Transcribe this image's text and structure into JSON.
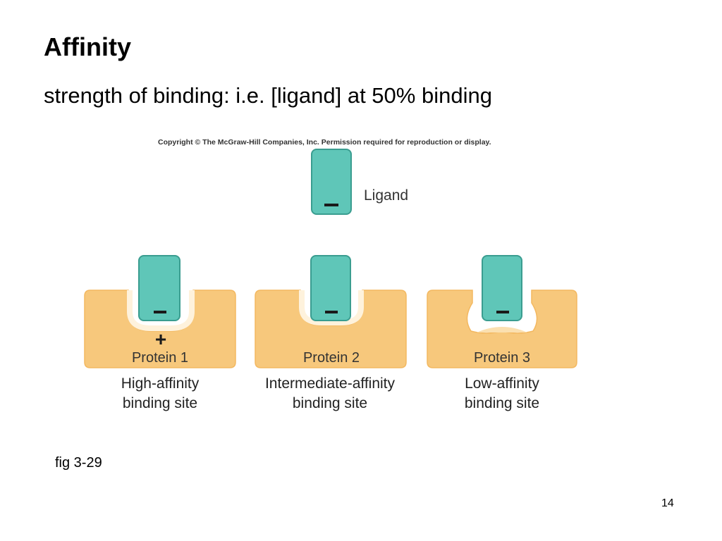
{
  "slide": {
    "title": "Affinity",
    "subtitle": "strength of binding: i.e. [ligand] at 50% binding",
    "figure_ref": "fig 3-29",
    "page_number": "14"
  },
  "figure": {
    "copyright": "Copyright © The McGraw-Hill Companies, Inc. Permission required for reproduction or display.",
    "ligand_label": "Ligand",
    "ligand_charge": "−",
    "proteins": [
      {
        "name": "Protein 1",
        "site_charge": "+",
        "caption_1": "High-affinity",
        "caption_2": "binding site"
      },
      {
        "name": "Protein 2",
        "site_charge": "",
        "caption_1": "Intermediate-affinity",
        "caption_2": "binding site"
      },
      {
        "name": "Protein 3",
        "site_charge": "",
        "caption_1": "Low-affinity",
        "caption_2": "binding site"
      }
    ],
    "colors": {
      "ligand_fill": "#5fc6b8",
      "ligand_stroke": "#3a9d90",
      "protein_fill": "#f7c87c",
      "protein_inner": "#fbe0b0",
      "protein_highlight": "#fef2dc"
    }
  }
}
